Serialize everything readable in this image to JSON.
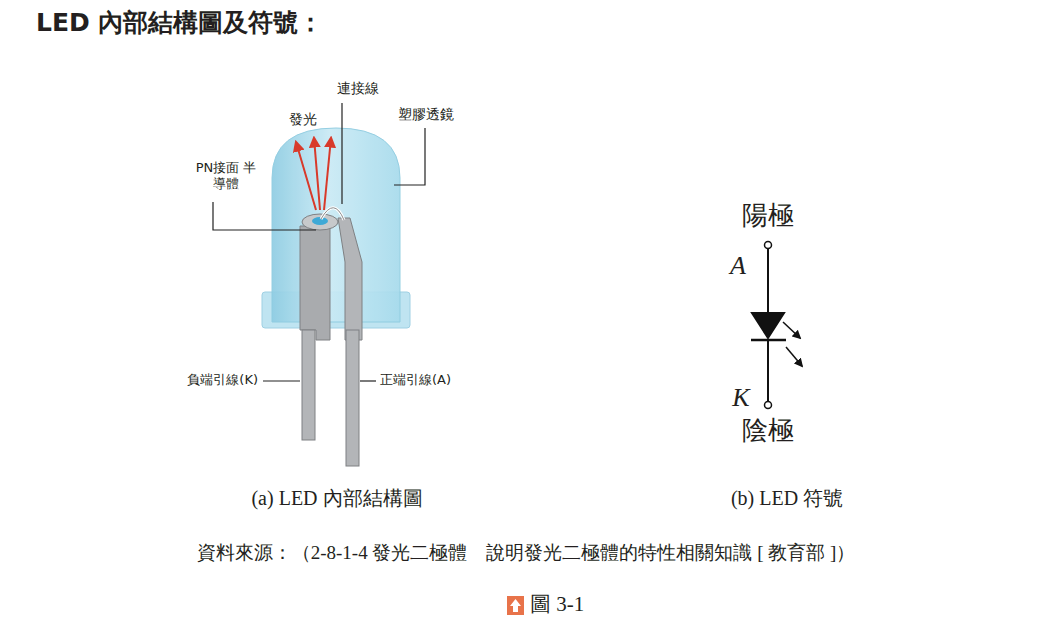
{
  "diagram": {
    "title": "LED 內部結構圖及符號：",
    "caption": "圖 3-1",
    "labels": [
      "連接線",
      "發光",
      "塑膠透鏡",
      "PN接面 半導體",
      "負端引線(K)",
      "正端引線(A)",
      "陽極",
      "A",
      "K",
      "陰極",
      "(a) LED 內部結構圖",
      "(b) LED 符號",
      "資料來源：（2-8-1-4 發光二極體　說明發光二極體的特性相關知識 [ 教育部 ]）"
    ]
  }
}
